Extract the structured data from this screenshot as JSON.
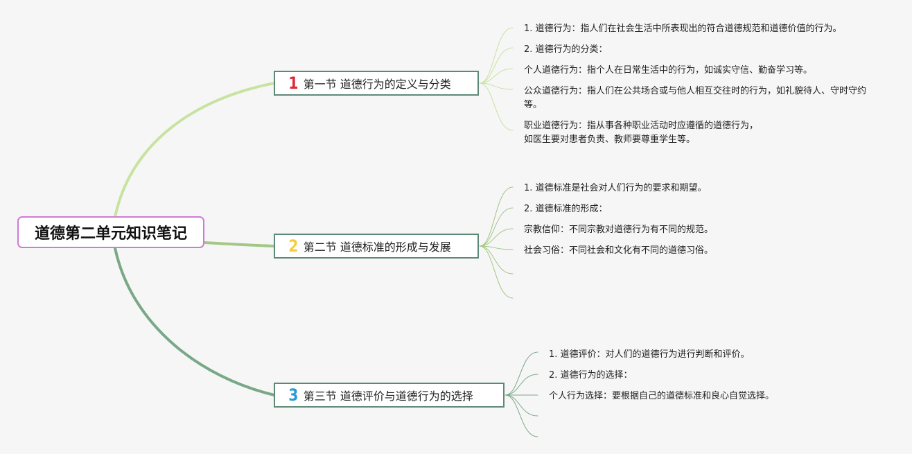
{
  "root": {
    "title": "道德第二单元知识笔记"
  },
  "colors": {
    "root_border": "#d07ad6",
    "branch_border": "#5d8a76",
    "line_1": "#c8e3a0",
    "line_2": "#a3c785",
    "line_3": "#78a886",
    "num_1": "#e0283a",
    "num_2": "#f5cc44",
    "num_3": "#2a9ad6"
  },
  "branches": [
    {
      "num": "1",
      "title": "第一节 道德行为的定义与分类",
      "leaves": [
        "1. 道德行为：指人们在社会生活中所表现出的符合道德规范和道德价值的行为。",
        "2. 道德行为的分类：",
        "个人道德行为：指个人在日常生活中的行为，如诚实守信、勤奋学习等。",
        "公众道德行为：指人们在公共场合或与他人相互交往时的行为，如礼貌待人、守时守约等。",
        "职业道德行为：指从事各种职业活动时应遵循的道德行为，如医生要对患者负责、教师要尊重学生等。"
      ]
    },
    {
      "num": "2",
      "title": "第二节 道德标准的形成与发展",
      "leaves": [
        "1. 道德标准是社会对人们行为的要求和期望。",
        "2. 道德标准的形成：",
        "宗教信仰：不同宗教对道德行为有不同的规范。",
        "社会习俗：不同社会和文化有不同的道德习俗。"
      ]
    },
    {
      "num": "3",
      "title": "第三节 道德评价与道德行为的选择",
      "leaves": [
        "1. 道德评价：对人们的道德行为进行判断和评价。",
        "2. 道德行为的选择：",
        "个人行为选择：要根据自己的道德标准和良心自觉选择。"
      ]
    }
  ]
}
